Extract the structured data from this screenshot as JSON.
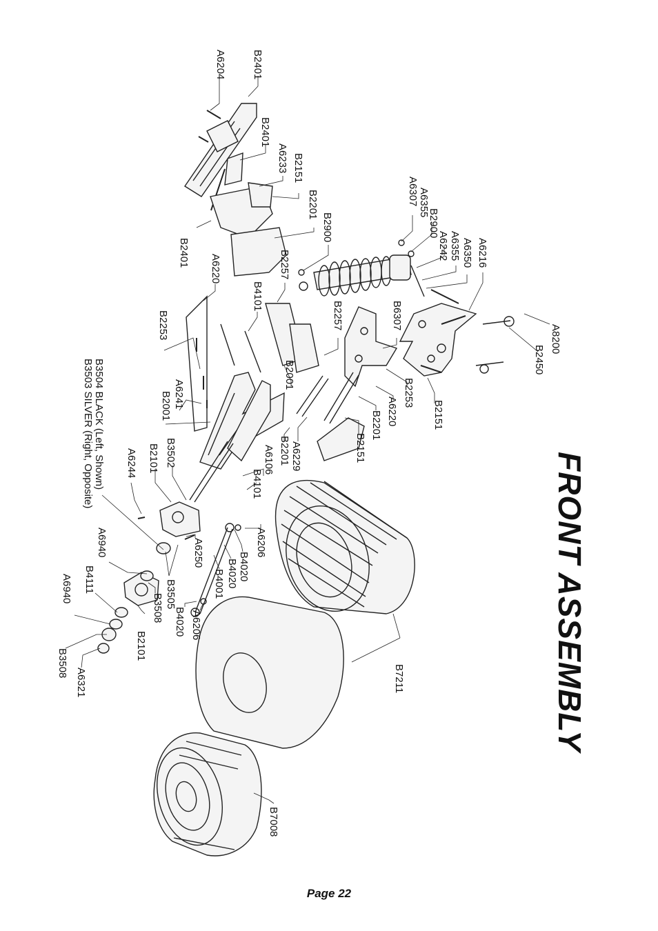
{
  "title": "FRONT ASSEMBLY",
  "page_label": "Page 22",
  "callouts": [
    "A6204",
    "B2401",
    "B2401",
    "A6233",
    "B2151",
    "B2401",
    "B2201",
    "A6307",
    "A6355",
    "B2900",
    "B2900",
    "A6242",
    "A6355",
    "A6350",
    "A6216",
    "A6220",
    "B2257",
    "B4101",
    "B2253",
    "B6307",
    "B2257",
    "A8200",
    "B2450",
    "B2001",
    "A6241",
    "B2001",
    "B2253",
    "A6220",
    "B2201",
    "B2151",
    "A6229",
    "B2201",
    "B2151",
    "B3502",
    "B2101",
    "A6244",
    "A6106",
    "B4101",
    "B3504 BLACK (Left, Shown)",
    "B3503 SILVER (Right, Opposite)",
    "A6206",
    "A6250",
    "A6940",
    "B4020",
    "B4020",
    "B4001",
    "B3505",
    "B4111",
    "B3508",
    "A6940",
    "B4020",
    "A6206",
    "B2101",
    "B3508",
    "A6321",
    "B7211",
    "B7008"
  ]
}
